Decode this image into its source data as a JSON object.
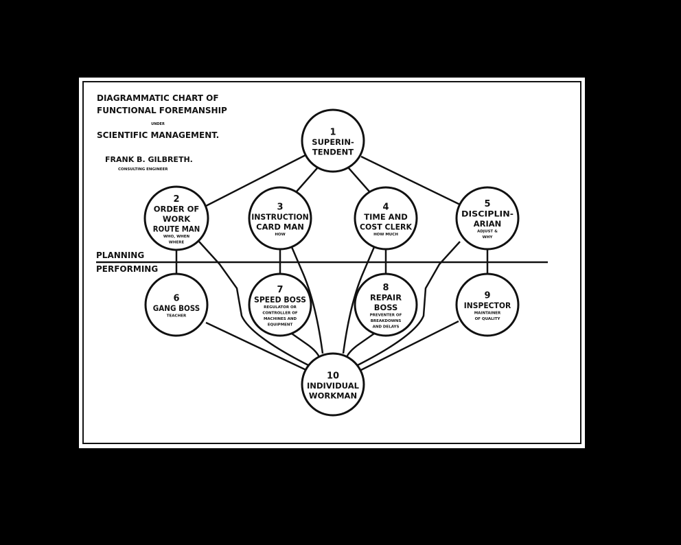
{
  "title": {
    "line1": "DIAGRAMMATIC CHART OF",
    "line2": "FUNCTIONAL FOREMANSHIP",
    "under": "UNDER",
    "line3": "SCIENTIFIC MANAGEMENT.",
    "author": "FRANK B. GILBRETH.",
    "author_role": "CONSULTING ENGINEER"
  },
  "divider": {
    "planning": "PLANNING",
    "performing": "PERFORMING"
  },
  "nodes": [
    {
      "num": "1",
      "lines": [
        "SUPERIN-",
        "TENDENT"
      ],
      "sub": []
    },
    {
      "num": "2",
      "lines": [
        "ORDER OF",
        "WORK",
        "ROUTE MAN"
      ],
      "sub": [
        "WHO, WHEN",
        "WHERE"
      ]
    },
    {
      "num": "3",
      "lines": [
        "INSTRUCTION",
        "CARD MAN"
      ],
      "sub": [
        "HOW"
      ]
    },
    {
      "num": "4",
      "lines": [
        "TIME AND",
        "COST CLERK"
      ],
      "sub": [
        "HOW MUCH"
      ]
    },
    {
      "num": "5",
      "lines": [
        "DISCIPLIN-",
        "ARIAN"
      ],
      "sub": [
        "ADJUST &",
        "WHY"
      ]
    },
    {
      "num": "6",
      "lines": [
        "GANG BOSS"
      ],
      "sub": [
        "TEACHER"
      ]
    },
    {
      "num": "7",
      "lines": [
        "SPEED BOSS"
      ],
      "sub": [
        "REGULATOR OR",
        "CONTROLLER OF",
        "MACHINES AND",
        "EQUIPMENT"
      ]
    },
    {
      "num": "8",
      "lines": [
        "REPAIR",
        "BOSS"
      ],
      "sub": [
        "PREVENTER OF",
        "BREAKDOWNS",
        "AND DELAYS"
      ]
    },
    {
      "num": "9",
      "lines": [
        "INSPECTOR"
      ],
      "sub": [
        "MAINTAINER",
        "OF QUALITY"
      ]
    },
    {
      "num": "10",
      "lines": [
        "INDIVIDUAL",
        "WORKMAN"
      ],
      "sub": []
    }
  ]
}
